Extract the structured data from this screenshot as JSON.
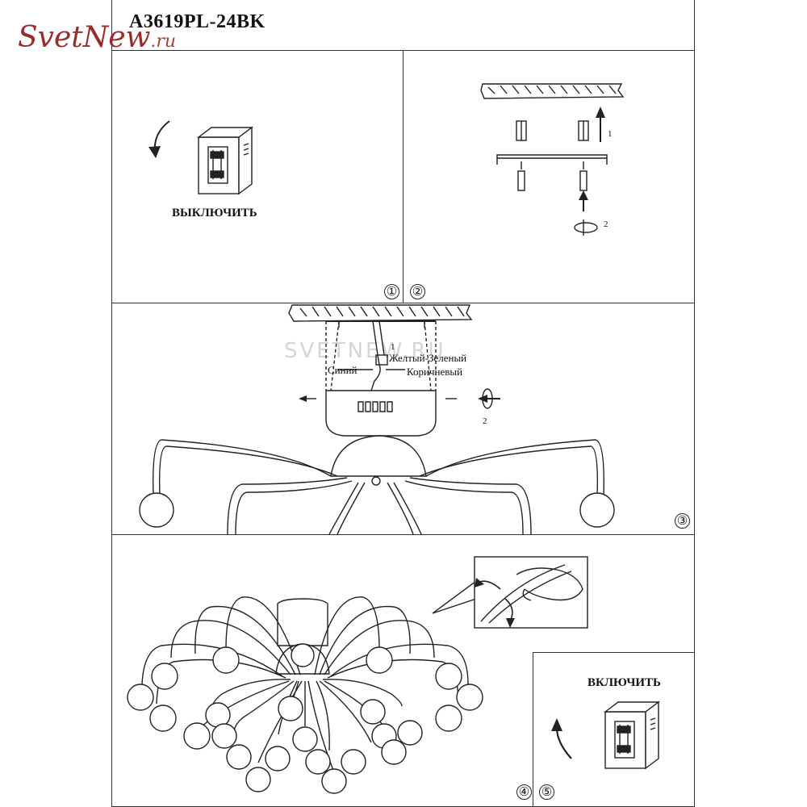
{
  "header": {
    "model_code": "A3619PL-24BK",
    "logo_text": "SvetNew",
    "logo_suffix": ".ru"
  },
  "panel_1": {
    "caption": "ВЫКЛЮЧИТЬ"
  },
  "panel_2": {
    "step_labels": [
      "1",
      "2"
    ]
  },
  "panel_3": {
    "watermark": "SVETNEW.RU",
    "wire_labels": {
      "ground": "Желтый-Зеленый",
      "blue": "Синий",
      "brown": "Коричневый"
    },
    "step_labels": [
      "1",
      "2"
    ],
    "panel_numbers": [
      "①",
      "②",
      "③"
    ]
  },
  "panel_4": {
    "panel_number": "④"
  },
  "panel_5": {
    "caption": "ВКЛЮЧИТЬ",
    "panel_number": "⑤"
  },
  "colors": {
    "line": "#222222",
    "logo": "#9a2b2b"
  }
}
